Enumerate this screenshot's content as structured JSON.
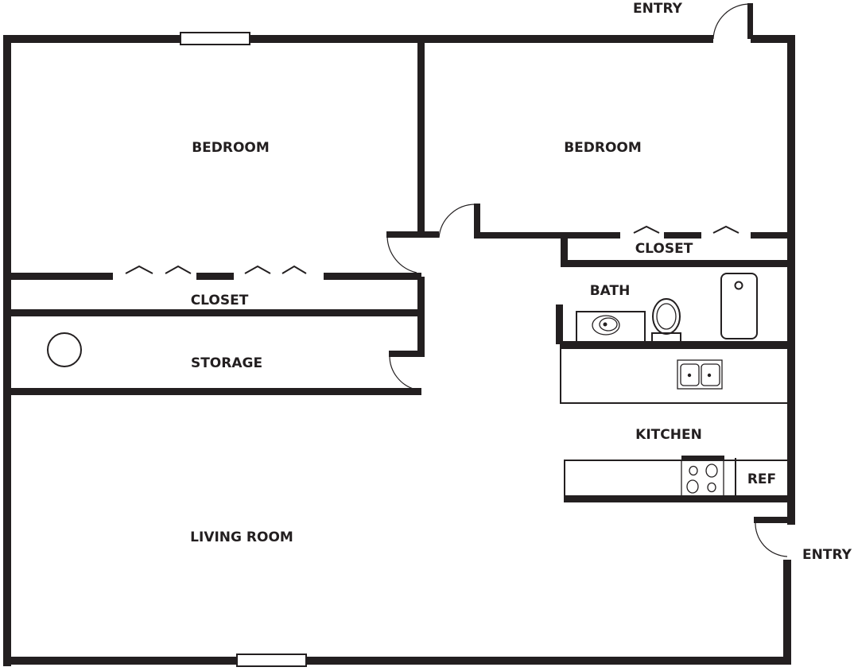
{
  "floor_plan": {
    "colors": {
      "wall": "#231f20",
      "background": "#ffffff"
    },
    "rooms": [
      {
        "id": "bedroom-left",
        "label": "BEDROOM"
      },
      {
        "id": "bedroom-right",
        "label": "BEDROOM"
      },
      {
        "id": "closet-right",
        "label": "CLOSET"
      },
      {
        "id": "bath",
        "label": "BATH"
      },
      {
        "id": "closet-left",
        "label": "CLOSET"
      },
      {
        "id": "storage",
        "label": "STORAGE"
      },
      {
        "id": "kitchen",
        "label": "KITCHEN"
      },
      {
        "id": "living-room",
        "label": "LIVING ROOM"
      }
    ],
    "entries": [
      {
        "id": "entry-top",
        "label": "ENTRY"
      },
      {
        "id": "entry-right",
        "label": "ENTRY"
      }
    ],
    "fixtures": {
      "refrigerator": "REF",
      "items": [
        "window-top",
        "window-bottom",
        "bathroom-sink",
        "toilet",
        "bathtub",
        "kitchen-double-sink",
        "stove",
        "refrigerator",
        "water-heater"
      ]
    }
  }
}
